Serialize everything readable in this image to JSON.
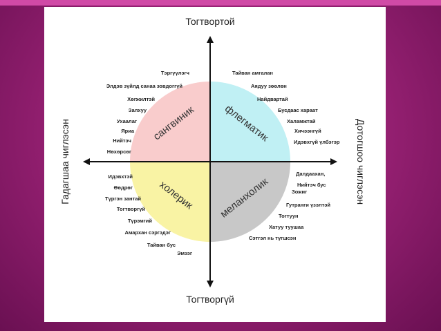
{
  "axes": {
    "top": "Тогтвортой",
    "bottom": "Тогтворгүй",
    "left": "Гадагшаа чиглэсэн",
    "right": "Дотогшоо чиглэсэн"
  },
  "quadrants": {
    "tl": {
      "name": "сангвиник",
      "color": "#f9cccc"
    },
    "tr": {
      "name": "флегматик",
      "color": "#c0f0f4"
    },
    "bl": {
      "name": "холерик",
      "color": "#f9f3a4"
    },
    "br": {
      "name": "меланхолик",
      "color": "#c8c8c8"
    }
  },
  "traits": {
    "sanguine": [
      "Тэргүүлэгч",
      "Элдэв зүйлд санаа зовдоггүй",
      "Хөгжилтэй",
      "Залхуу",
      "Ухаалаг",
      "Яриа",
      "Нийтэч",
      "Нөхөрсөг"
    ],
    "phlegmatic": [
      "Тайван амгалан",
      "Аядуу зөөлөн",
      "Найдвартай",
      "Бусдаас хараат",
      "Халамжтай",
      "Хичээнгүй",
      "Идэвхгүй үлбэгэр"
    ],
    "choleric": [
      "Идэвхтэй",
      "Өөдрөг",
      "Түргэн зантай",
      "Тогтворгүй",
      "Түрэмгий",
      "Амархан сэргэдэг",
      "Тайван бус",
      "Эмзэг"
    ],
    "melancholic": [
      "Далдаахан,",
      "Нийтэч бус",
      "Зожиг",
      "Гутранги үзэлтэй",
      "Тогтуун",
      "Хатуу туушаа",
      "Сэтгэл нь түгшсэн"
    ]
  }
}
